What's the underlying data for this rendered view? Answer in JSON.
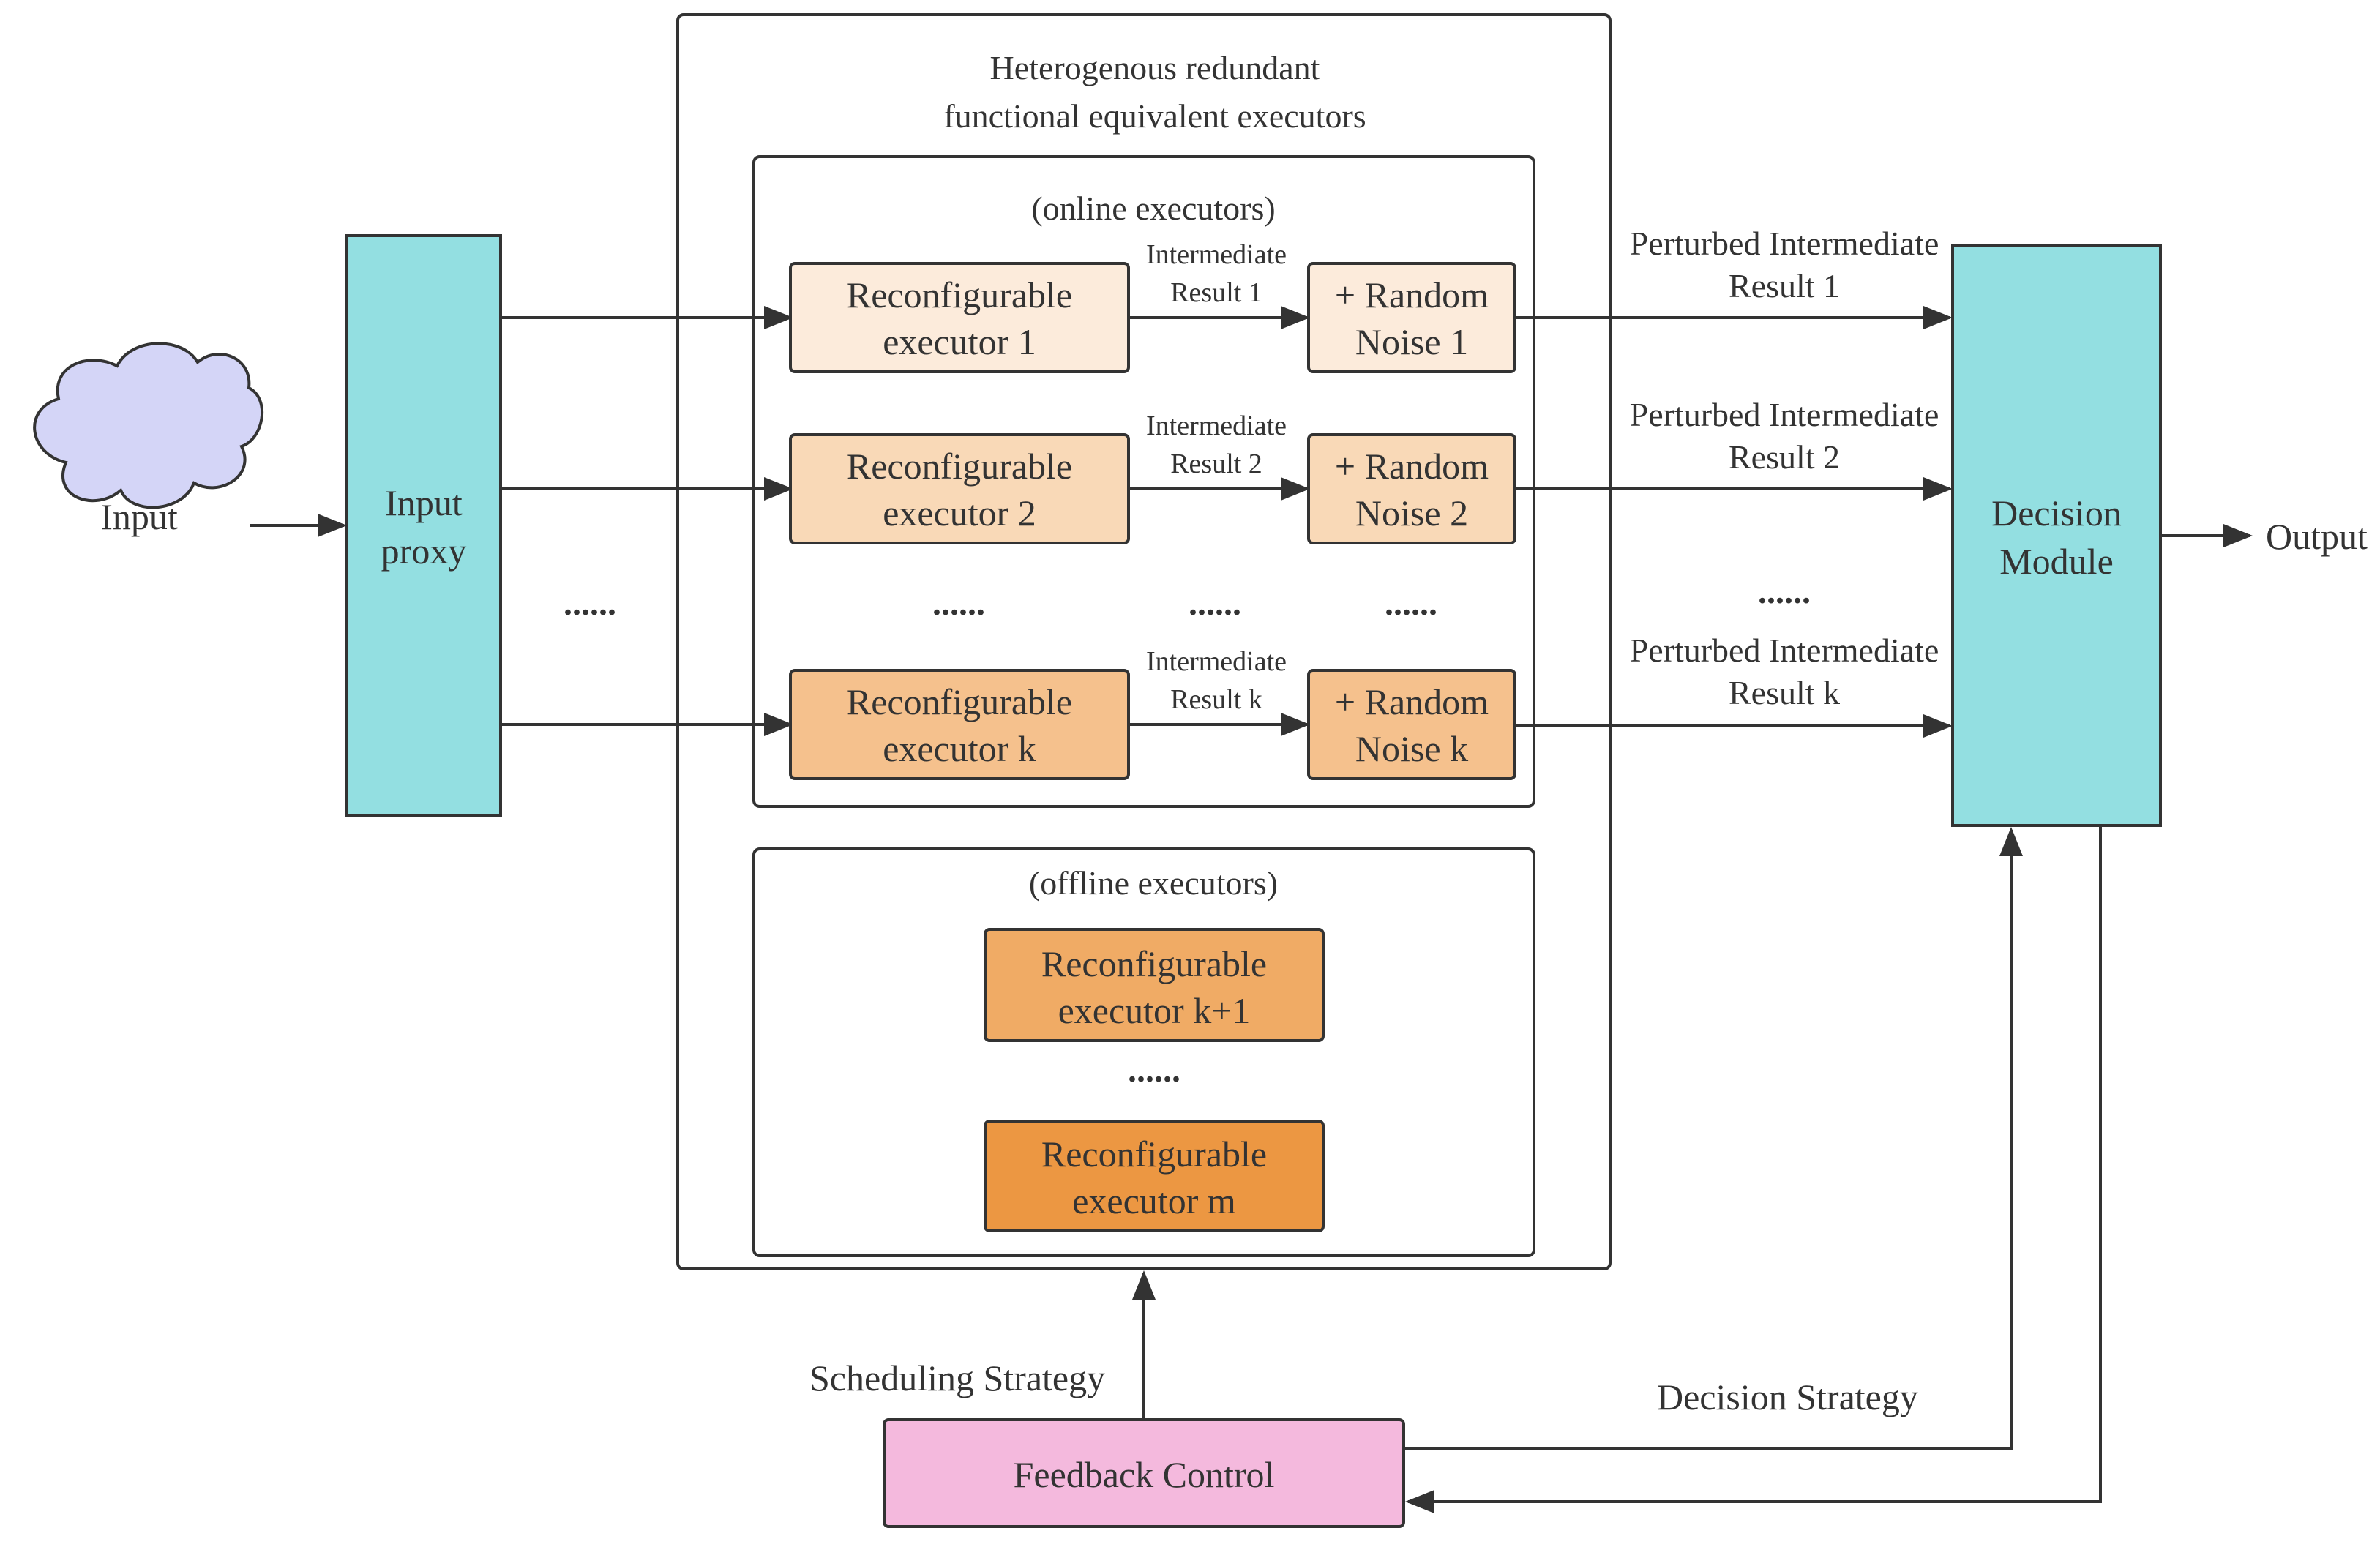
{
  "input": {
    "label": "Input"
  },
  "input_proxy": {
    "line1": "Input",
    "line2": "proxy"
  },
  "outer_group": {
    "title_line1": "Heterogenous redundant",
    "title_line2": "functional equivalent executors"
  },
  "online_group": {
    "title": "(online executors)"
  },
  "offline_group": {
    "title": "(offline executors)"
  },
  "online_executors": [
    {
      "line1": "Reconfigurable",
      "line2": "executor 1"
    },
    {
      "line1": "Reconfigurable",
      "line2": "executor 2"
    },
    {
      "line1": "Reconfigurable",
      "line2": "executor k"
    }
  ],
  "intermediate_results": [
    {
      "line1": "Intermediate",
      "line2": "Result 1"
    },
    {
      "line1": "Intermediate",
      "line2": "Result 2"
    },
    {
      "line1": "Intermediate",
      "line2": "Result k"
    }
  ],
  "noise_blocks": [
    {
      "line1": "+ Random",
      "line2": "Noise 1"
    },
    {
      "line1": "+ Random",
      "line2": "Noise 2"
    },
    {
      "line1": "+ Random",
      "line2": "Noise k"
    }
  ],
  "perturbed_results": [
    {
      "line1": "Perturbed Intermediate",
      "line2": "Result 1"
    },
    {
      "line1": "Perturbed Intermediate",
      "line2": "Result 2"
    },
    {
      "line1": "Perturbed Intermediate",
      "line2": "Result k"
    }
  ],
  "offline_executors": [
    {
      "line1": "Reconfigurable",
      "line2": "executor k+1"
    },
    {
      "line1": "Reconfigurable",
      "line2": "executor m"
    }
  ],
  "decision_module": {
    "line1": "Decision",
    "line2": "Module"
  },
  "output": {
    "label": "Output"
  },
  "feedback_control": {
    "label": "Feedback Control"
  },
  "scheduling_strategy": {
    "label": "Scheduling Strategy"
  },
  "decision_strategy": {
    "label": "Decision Strategy"
  },
  "ellipsis": "......",
  "colors": {
    "input_cloud": "#d4d5f7",
    "proxy": "#93dfe1",
    "decision": "#93dfe1",
    "executor_1": "#fcebdb",
    "executor_2": "#f9d9b7",
    "executor_k": "#f5c18d",
    "executor_k1": "#f0ab65",
    "executor_m": "#ec9742",
    "feedback": "#f4b9dd",
    "stroke": "#333333"
  }
}
